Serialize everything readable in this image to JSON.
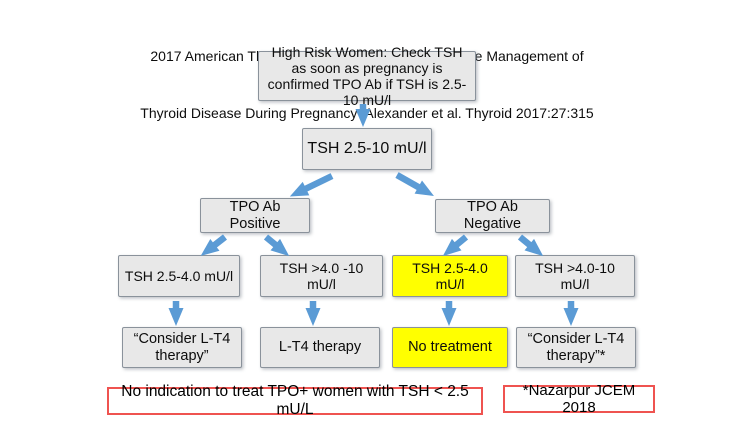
{
  "title": {
    "line1": "2017 American Thyroid Association Guidelines for the Management of",
    "line2": "Thyroid Disease During Pregnancy  Alexander et al. Thyroid 2017:27:315"
  },
  "flowchart": {
    "root": "High Risk Women: Check TSH as soon as pregnancy is confirmed TPO Ab if TSH is 2.5-10 mU/l",
    "tsh_screen": "TSH 2.5-10 mU/l",
    "tpo_positive": "TPO Ab Positive",
    "tpo_negative": "TPO Ab Negative",
    "pos_tsh_low": "TSH 2.5-4.0 mU/l",
    "pos_tsh_high": "TSH >4.0 -10 mU/l",
    "neg_tsh_low": "TSH 2.5-4.0 mU/l",
    "neg_tsh_high": "TSH >4.0-10 mU/l",
    "pos_low_action": "“Consider L-T4 therapy”",
    "pos_high_action": "L-T4 therapy",
    "neg_low_action": "No treatment",
    "neg_high_action": "“Consider L-T4 therapy”*"
  },
  "footnotes": {
    "no_treat_note": "No indication to treat TPO+ women with TSH < 2.5 mU/L",
    "reference": "*Nazarpur JCEM 2018"
  },
  "colors": {
    "box_fill": "#e8e8e8",
    "box_border": "#8a929b",
    "highlight_fill": "#ffff00",
    "arrow": "#5b9bd5",
    "footnote_border": "#ef5350"
  }
}
